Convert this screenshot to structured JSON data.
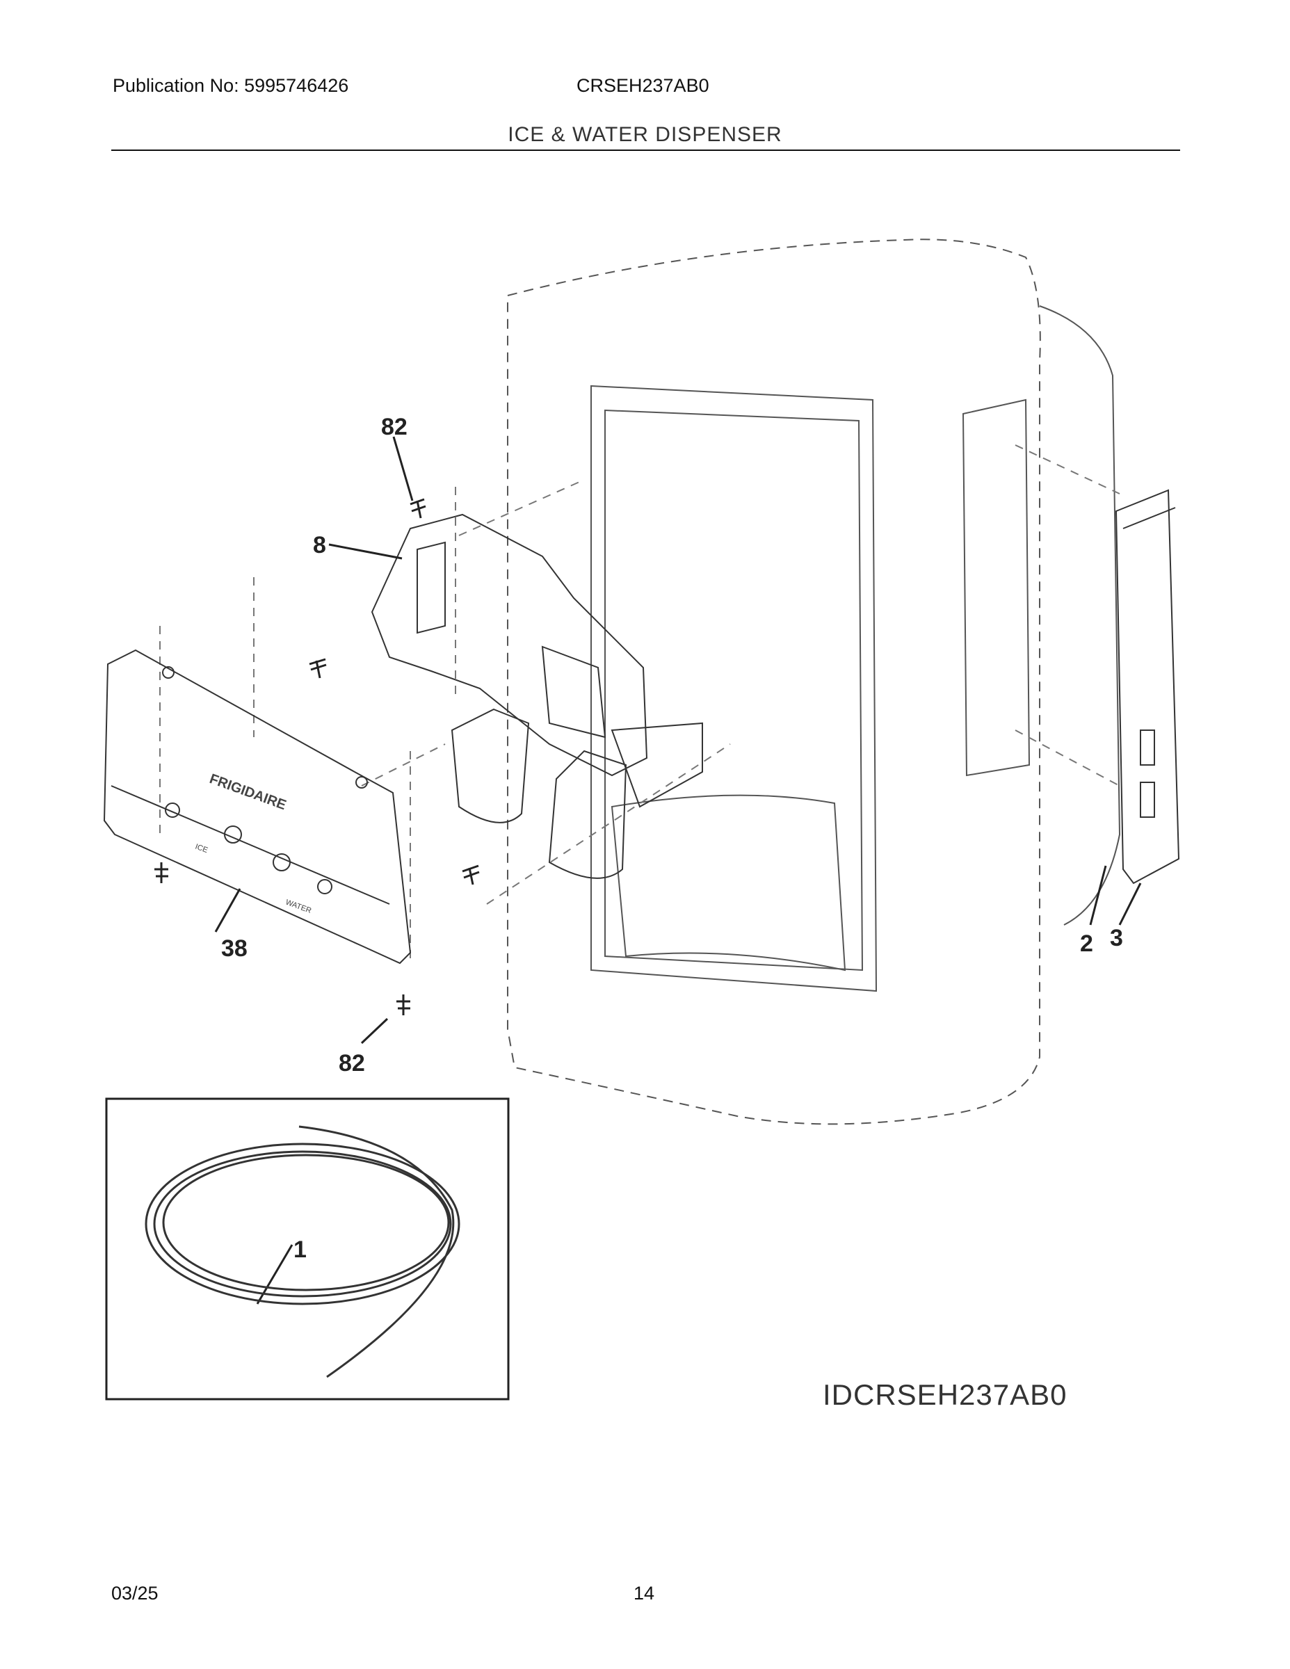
{
  "header": {
    "publication": "Publication No: 5995746426",
    "model": "CRSEH237AB0",
    "section_title": "ICE & WATER DISPENSER"
  },
  "diagram": {
    "callouts": {
      "screw_top": "82",
      "bracket": "8",
      "front_panel": "38",
      "screw_bottom": "82",
      "control_board": "2",
      "overlay": "3",
      "tubing": "1"
    },
    "panel_brand": "FRIGIDAIRE",
    "panel_labels": {
      "ice": "ICE",
      "water": "WATER"
    },
    "illustration_id": "IDCRSEH237AB0"
  },
  "footer": {
    "date": "03/25",
    "page": "14"
  }
}
